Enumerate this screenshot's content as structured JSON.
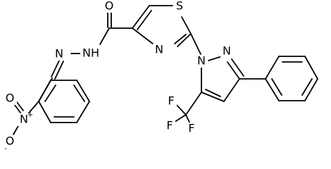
{
  "atoms": {
    "S": "S",
    "N_thiazole": "N",
    "O_amide": "O",
    "NH_amide": "NH",
    "N_hydrazone": "N",
    "N_pyrazole1": "N",
    "N_pyrazole2": "N",
    "F1": "F",
    "F2": "F",
    "F3": "F",
    "N_nitro": "N",
    "O_nitro1": "O",
    "O_nitro2": "O"
  },
  "charges": {
    "nitro_plus": "+",
    "nitro_minus": "-"
  }
}
